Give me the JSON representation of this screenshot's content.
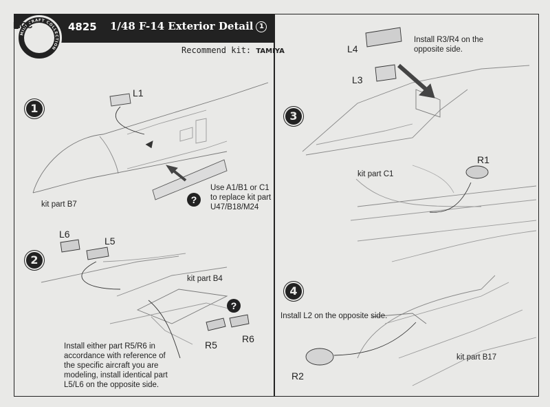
{
  "header": {
    "kit_number": "4825",
    "title": "1/48 F-14 Exterior Detail",
    "sheet_number": "1",
    "logo_text": "MCC",
    "logo_ring_text": "MINI CRAFT COLLECTION",
    "recommend_label": "Recommend kit:",
    "recommend_brand": "TAMIYA"
  },
  "steps": [
    {
      "number": "1",
      "parts": [
        "L1"
      ],
      "kit_part": "kit part B7",
      "note": [
        "Use A1/B1 or C1",
        "to replace kit part",
        "U47/B18/M24"
      ],
      "question": "?"
    },
    {
      "number": "2",
      "parts": [
        "L6",
        "L5",
        "R5",
        "R6"
      ],
      "kit_part": "kit part B4",
      "note": [
        "Install either part R5/R6 in",
        "accordance with reference of",
        "the specific aircraft you are",
        "modeling, install identical part",
        "L5/L6 on the opposite side."
      ],
      "question": "?"
    },
    {
      "number": "3",
      "parts": [
        "L4",
        "L3",
        "R1"
      ],
      "kit_part": "kit part C1",
      "note": [
        "Install R3/R4 on the",
        "opposite side."
      ]
    },
    {
      "number": "4",
      "parts": [
        "R2"
      ],
      "kit_part": "kit part B17",
      "note": [
        "Install L2 on the opposite side."
      ]
    }
  ]
}
